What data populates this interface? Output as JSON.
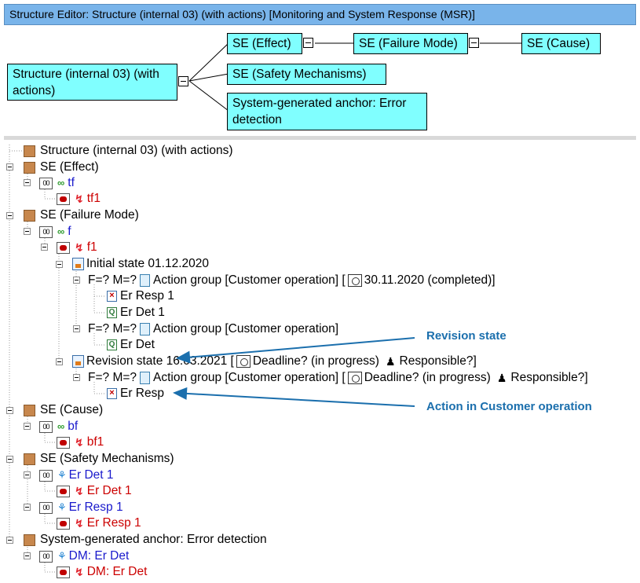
{
  "window": {
    "title": "Structure Editor: Structure (internal 03) (with actions) [Monitoring and System Response (MSR)]"
  },
  "diagram": {
    "root": "Structure (internal 03) (with actions)",
    "effect": "SE (Effect)",
    "failure_mode": "SE (Failure Mode)",
    "cause": "SE (Cause)",
    "safety": "SE (Safety Mechanisms)",
    "anchor": "System-generated anchor: Error detection"
  },
  "tree": {
    "root": "Structure (internal 03) (with actions)",
    "se_effect": "SE (Effect)",
    "tf": "tf",
    "tf1": "tf1",
    "se_failure_mode": "SE (Failure Mode)",
    "f": "f",
    "f1": "f1",
    "initial_state": "Initial state 01.12.2020",
    "ag1": {
      "prefix": "F=? M=?",
      "label": "Action group [Customer operation] [",
      "date": "30.11.2020 (completed)]"
    },
    "er_resp_1": "Er Resp 1",
    "er_det_1": "Er Det 1",
    "ag2": {
      "prefix": "F=? M=?",
      "label": "Action group [Customer operation]"
    },
    "er_det": "Er Det",
    "revision_state": {
      "label": "Revision state 16.03.2021 [",
      "deadline": "Deadline? (in progress)",
      "responsible": "Responsible?]"
    },
    "ag3": {
      "prefix": "F=? M=?",
      "label": "Action group [Customer operation] [",
      "deadline": "Deadline? (in progress)",
      "responsible": "Responsible?]"
    },
    "er_resp": "Er Resp",
    "se_cause": "SE (Cause)",
    "bf": "bf",
    "bf1": "bf1",
    "se_safety": "SE (Safety Mechanisms)",
    "sm_er_det_1": "Er Det 1",
    "sm_er_det_1_fail": "Er Det 1",
    "sm_er_resp_1": "Er Resp 1",
    "sm_er_resp_1_fail": "Er Resp 1",
    "anchor": "System-generated anchor: Error detection",
    "dm_er_det": "DM: Er Det",
    "dm_er_det_fail": "DM: Er Det"
  },
  "annotations": {
    "revision_state": "Revision state",
    "action_customer": "Action in Customer operation"
  },
  "icons": {
    "function_icon_text": "00"
  },
  "colors": {
    "titlebar": "#79b4ea",
    "node_fill": "#80ffff",
    "annotation": "#1b6fad"
  }
}
